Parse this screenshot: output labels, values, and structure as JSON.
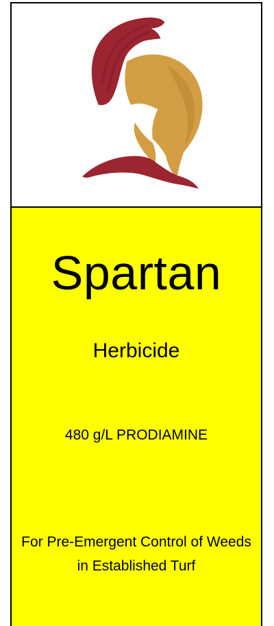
{
  "label": {
    "brand_name": "Spartan",
    "product_type": "Herbicide",
    "active_ingredient": "480 g/L PRODIAMINE",
    "usage_statement": "For Pre-Emergent Control of Weeds in Established Turf",
    "logo_icon": "spartan-helmet-icon"
  },
  "colors": {
    "panel_background": "#ffff00",
    "helmet_crest": "#9b2530",
    "helmet_gold": "#d39e43",
    "border": "#000000"
  }
}
